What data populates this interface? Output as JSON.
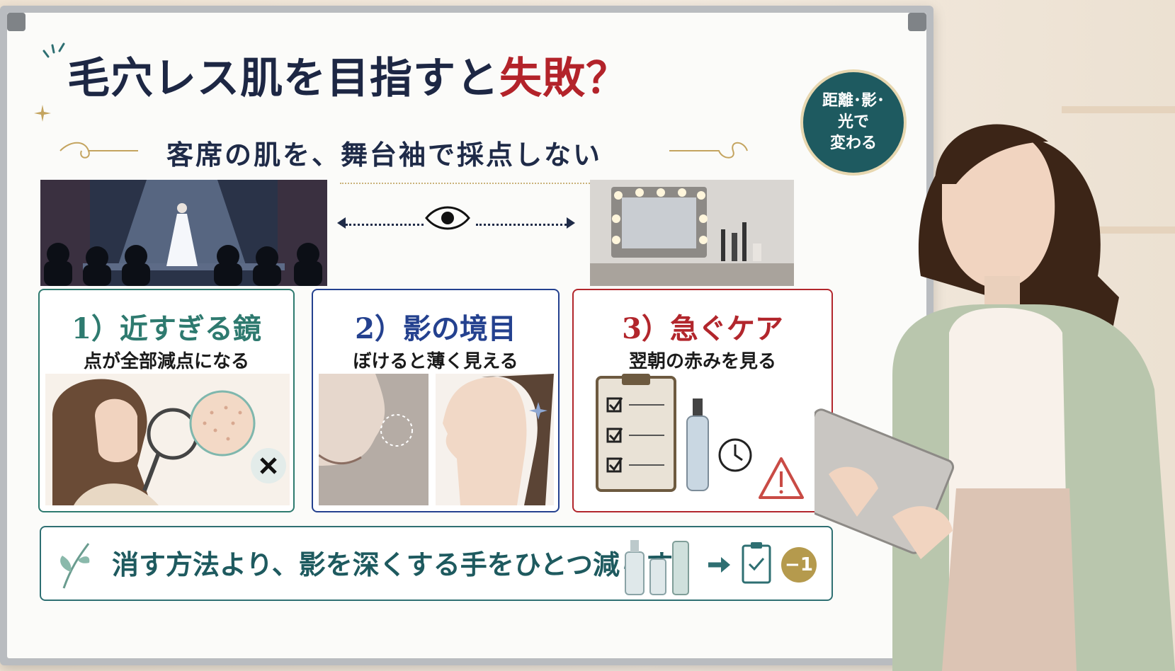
{
  "title": {
    "main": "毛穴レス肌を目指すと",
    "accent": "失敗？"
  },
  "subtitle": "客席の肌を、舞台袖で採点しない",
  "badge": {
    "line1": "距離･影･",
    "line2": "光で",
    "line3": "変わる"
  },
  "cards": [
    {
      "head": "1）近すぎる鏡",
      "sub": "点が全部減点になる",
      "color": "#2e7a6f"
    },
    {
      "head": "2）影の境目",
      "sub": "ぼけると薄く見える",
      "color": "#24418f"
    },
    {
      "head": "3）急ぐケア",
      "sub": "翌朝の赤みを見る",
      "color": "#b2262c"
    }
  ],
  "bottom": {
    "text": "消す方法より、影を深くする手をひとつ減らす",
    "badge": "−1"
  },
  "icons": [
    "eye-icon",
    "mirror-icon",
    "x-icon",
    "clipboard-icon",
    "clock-icon",
    "warning-icon",
    "arrow-right-icon",
    "leaf-icon"
  ]
}
